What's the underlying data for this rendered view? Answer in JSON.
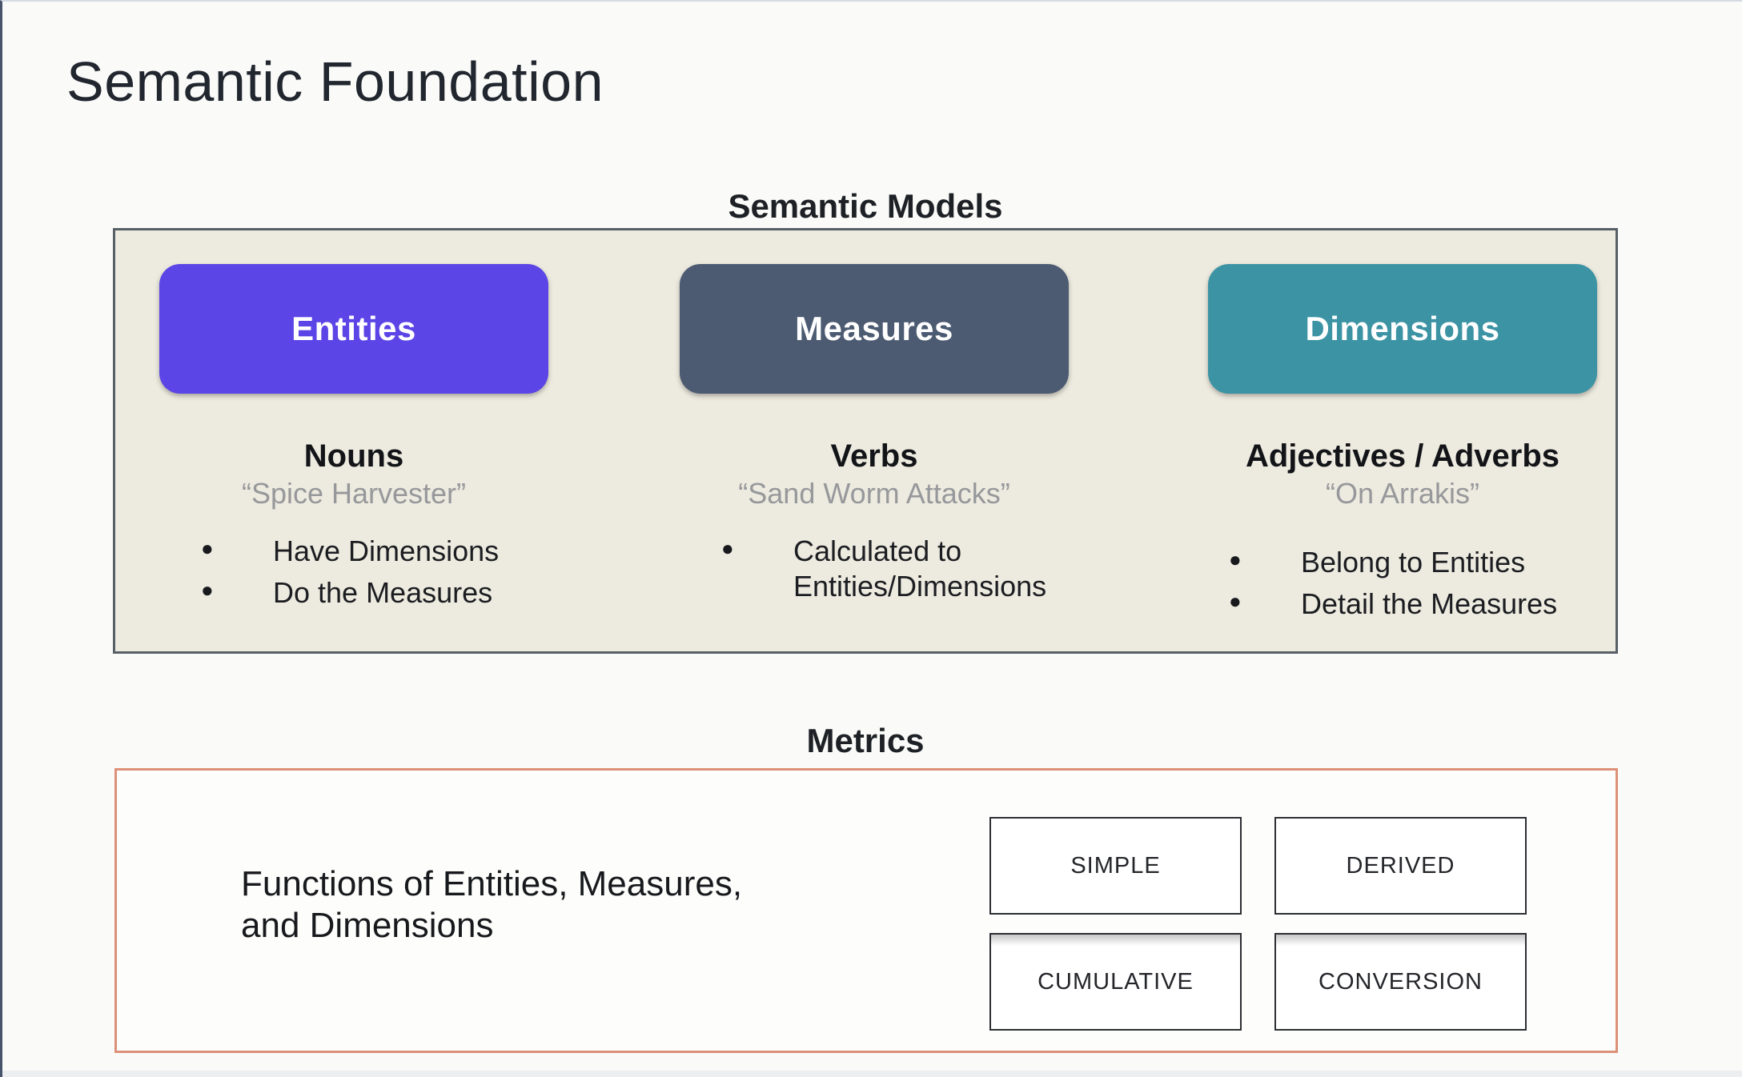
{
  "page": {
    "title": "Semantic Foundation"
  },
  "models": {
    "section_label": "Semantic Models",
    "panel_border_color": "#575f67",
    "panel_background": "#edeadf",
    "columns": [
      {
        "button": "Entities",
        "color": "#5b45e6",
        "heading": "Nouns",
        "quote": "“Spice Harvester”",
        "bullets": [
          "Have Dimensions",
          "Do the Measures"
        ]
      },
      {
        "button": "Measures",
        "color": "#4c5b72",
        "heading": "Verbs",
        "quote": "“Sand Worm Attacks”",
        "bullets": [
          "Calculated to\nEntities/Dimensions"
        ]
      },
      {
        "button": "Dimensions",
        "color": "#3b93a4",
        "heading": "Adjectives / Adverbs",
        "quote": "“On Arrakis”",
        "bullets": [
          "Belong to Entities",
          "Detail the Measures"
        ]
      }
    ]
  },
  "metrics": {
    "section_label": "Metrics",
    "panel_border_color": "#dd9078",
    "description": "Functions of Entities, Measures,\nand Dimensions",
    "types": [
      "SIMPLE",
      "DERIVED",
      "CUMULATIVE",
      "CONVERSION"
    ]
  }
}
